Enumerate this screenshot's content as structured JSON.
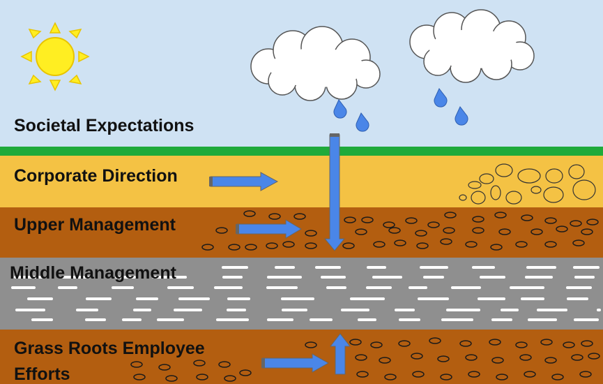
{
  "layers": {
    "societal": {
      "label": "Societal Expectations",
      "color": "#cfe2f3"
    },
    "corporate": {
      "label": "Corporate Direction",
      "color": "#f4c244"
    },
    "upper": {
      "label": "Upper Management",
      "color": "#b35e10"
    },
    "middle": {
      "label": "Middle Management",
      "color": "#8f8f8f"
    },
    "grass_roots": {
      "label_line1": "Grass Roots Employee",
      "label_line2": "Efforts",
      "color": "#b35e10"
    }
  },
  "colors": {
    "grass_strip": "#1faa3a",
    "arrow": "#4a86e8",
    "sun": "#ffee22",
    "cloud": "#ffffff",
    "raindrop": "#4a86e8"
  },
  "icons": [
    "sun-icon",
    "cloud-icon",
    "raindrop-icon",
    "arrow-icon"
  ]
}
